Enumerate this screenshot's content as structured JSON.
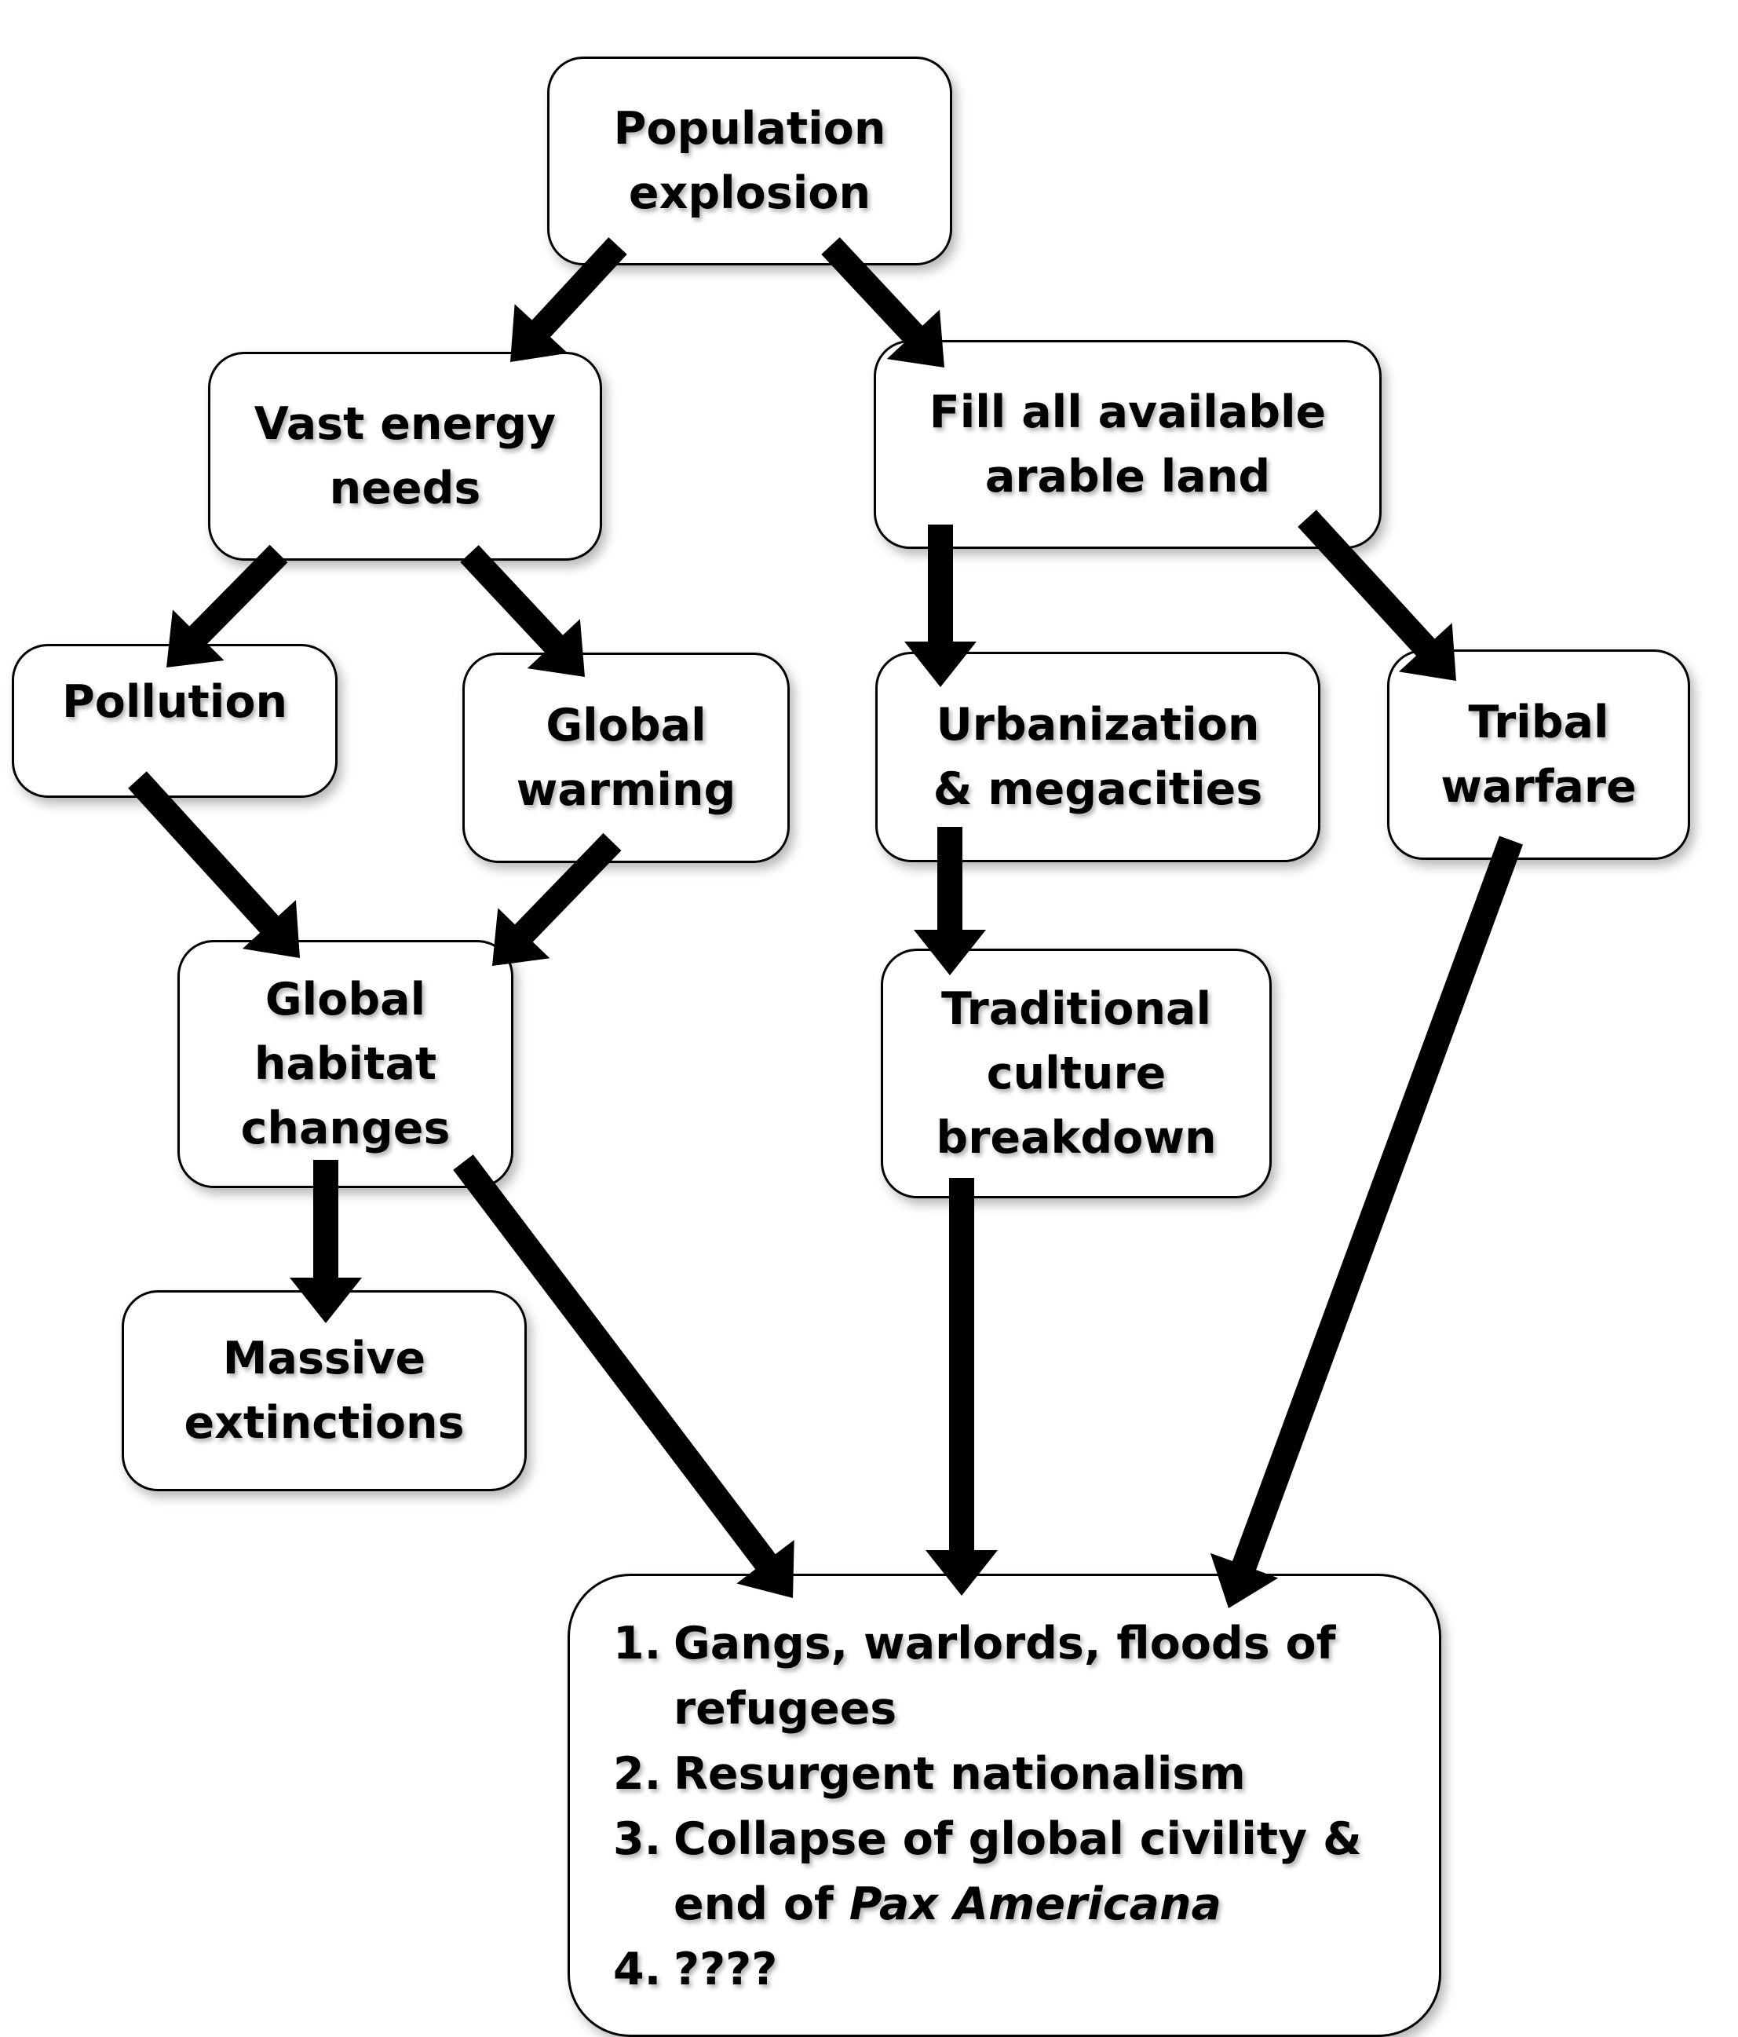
{
  "nodes": {
    "population": "Population explosion",
    "energy": "Vast energy needs",
    "land": "Fill all available arable land",
    "pollution": "Pollution",
    "warming": "Global warming",
    "urban": "Urbanization & megacities",
    "tribal": "Tribal warfare",
    "habitat": "Global habitat changes",
    "culture": "Traditional culture breakdown",
    "extinctions": "Massive extinctions"
  },
  "outcomes": [
    {
      "number": "1.",
      "text": "Gangs, warlords, floods of refugees"
    },
    {
      "number": "2.",
      "text": "Resurgent nationalism"
    },
    {
      "number": "3.",
      "text": "Collapse of global civility & end of ",
      "italic": "Pax Americana"
    },
    {
      "number": "4.",
      "text": "????"
    }
  ],
  "colors": {
    "arrow": "#000000",
    "box_border": "#000000",
    "background": "#ffffff"
  }
}
